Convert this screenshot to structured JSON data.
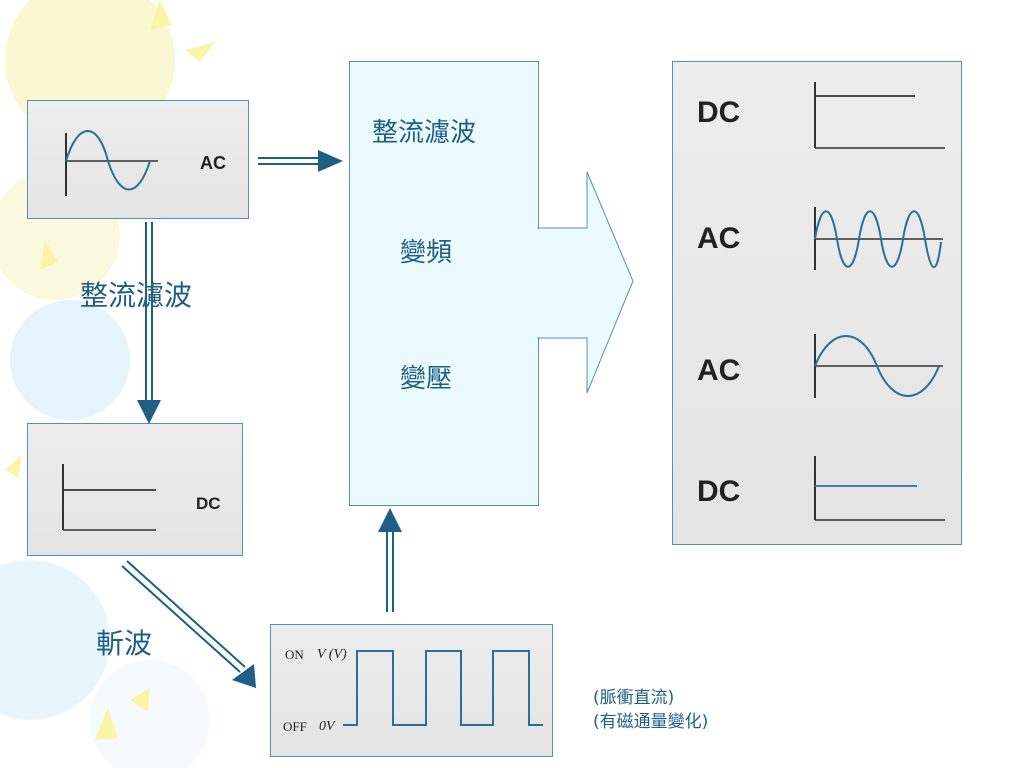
{
  "ac_box": {
    "label": "AC"
  },
  "dc_box": {
    "label": "DC"
  },
  "process_box": {
    "items": [
      "整流濾波",
      "變頻",
      "變壓"
    ]
  },
  "arrow_labels": {
    "rectify": "整流濾波",
    "chop": "斬波"
  },
  "pulse_box": {
    "on": "ON",
    "off": "OFF",
    "v_high": "V (V)",
    "v_low": "0V"
  },
  "output_box": {
    "rows": [
      "DC",
      "AC",
      "AC",
      "DC"
    ]
  },
  "notes": {
    "line1": "(脈衝直流)",
    "line2": "(有磁通量變化)"
  },
  "colors": {
    "accent": "#1f5f86",
    "panel": "#e8e8e8",
    "box_fill": "#eafafd",
    "deco_yellow": "#fbf7b5",
    "deco_blue": "#d8eefa"
  }
}
